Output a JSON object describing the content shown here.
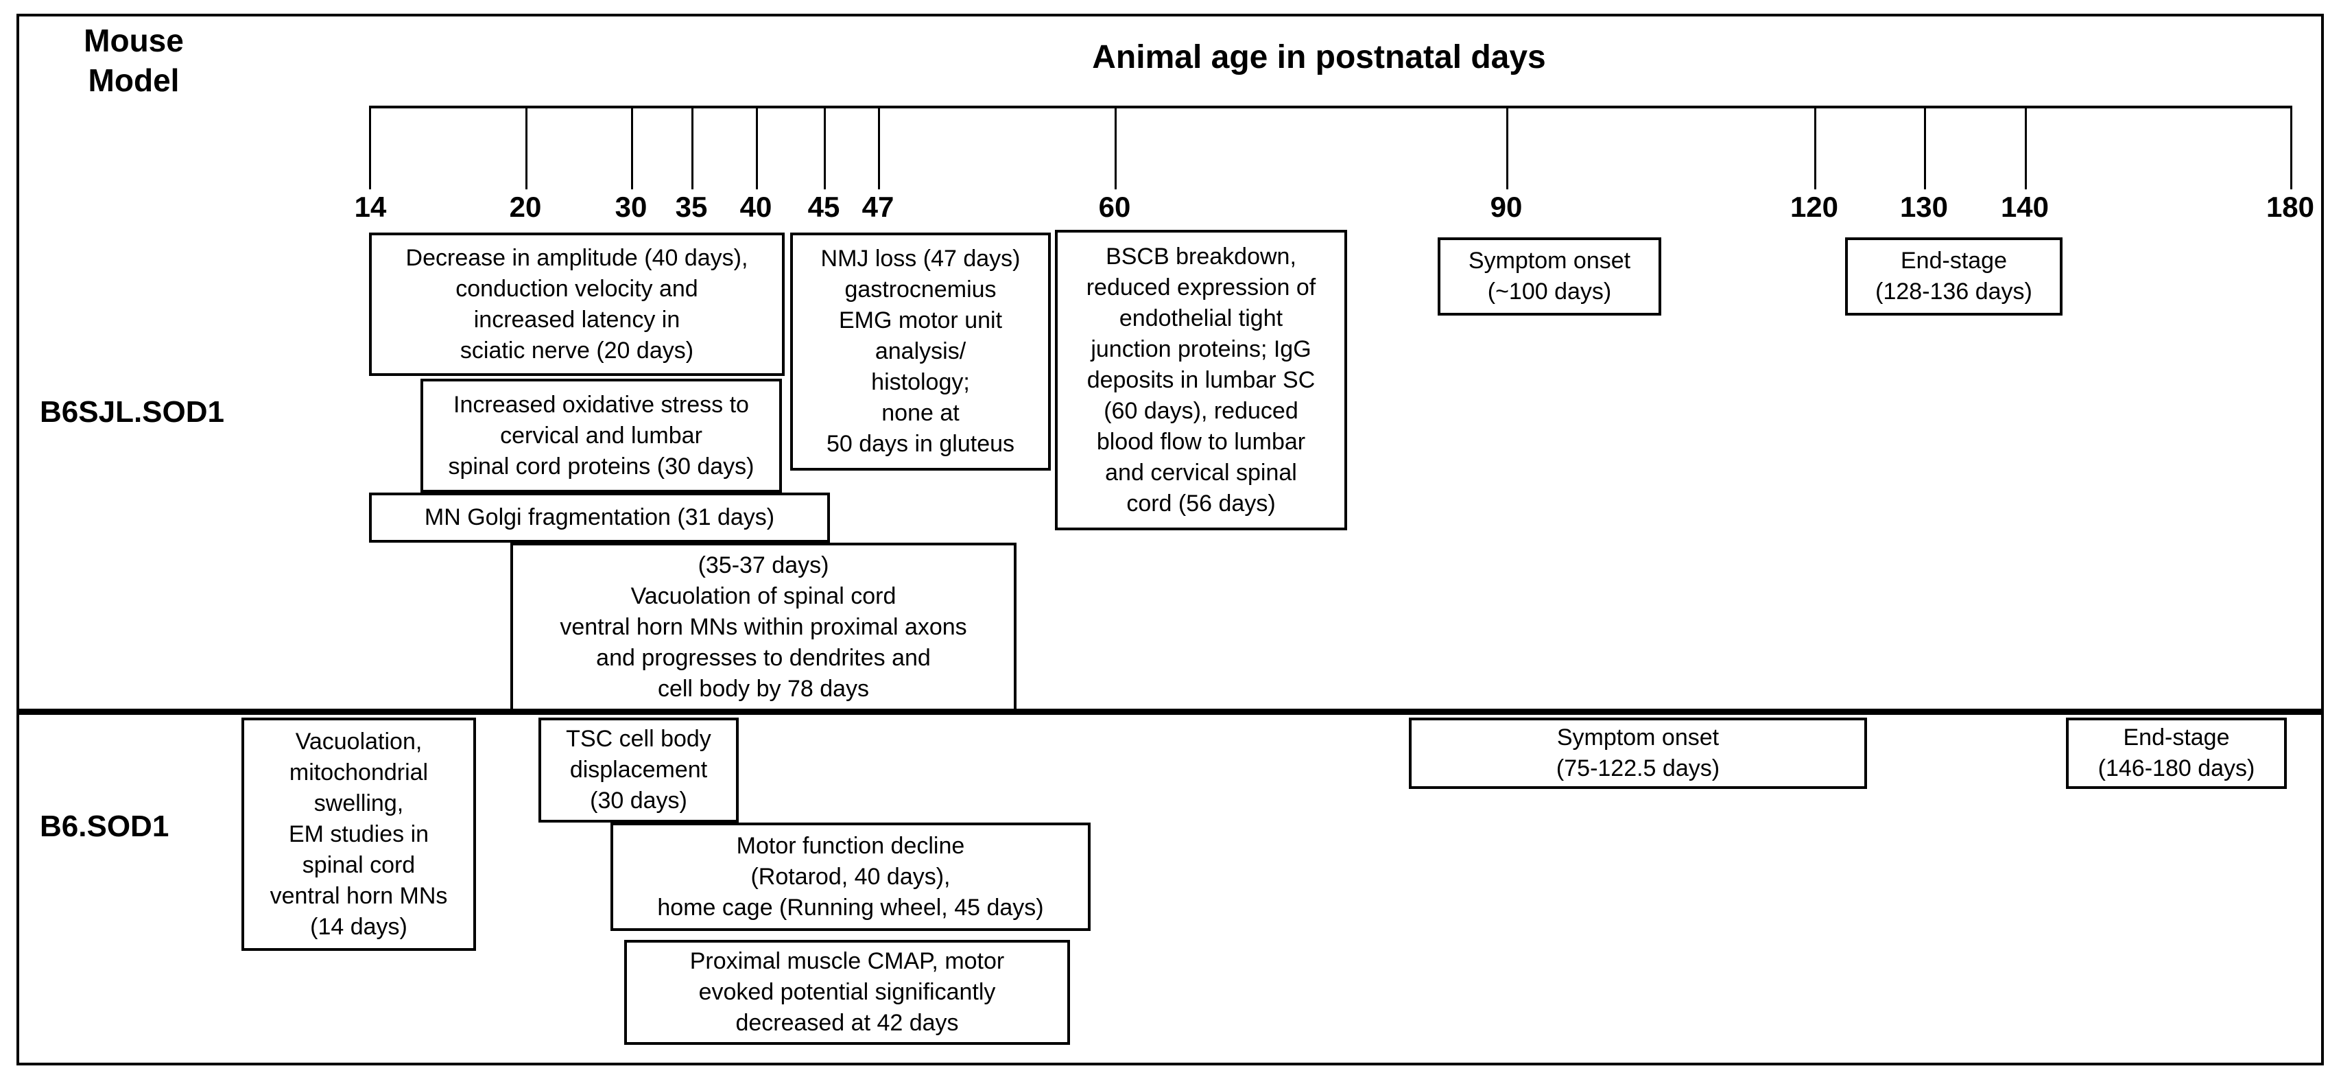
{
  "header": {
    "mouse_model_label": "Mouse\nModel",
    "axis_title": "Animal age in postnatal days"
  },
  "timeline": {
    "unit": "postnatal days",
    "tick_labels": [
      "14",
      "20",
      "30",
      "35",
      "40",
      "45",
      "47",
      "60",
      "90",
      "120",
      "130",
      "140",
      "180"
    ]
  },
  "rows": {
    "b6sjl": {
      "label": "B6SJL.SOD1"
    },
    "b6": {
      "label": "B6.SOD1"
    }
  },
  "annotations": {
    "b6sjl": {
      "decrease_amplitude": "Decrease in amplitude (40 days),\nconduction velocity and\nincreased latency in\nsciatic nerve (20 days)",
      "nmj_loss": "NMJ loss (47 days)\ngastrocnemius\nEMG motor unit\nanalysis/\nhistology;\nnone at\n50 days in gluteus",
      "bscb_breakdown": "BSCB breakdown,\nreduced expression of\nendothelial tight\njunction proteins; IgG\ndeposits in lumbar SC\n(60 days), reduced\nblood flow to lumbar\nand cervical spinal\ncord (56 days)",
      "symptom_onset": "Symptom onset\n(~100 days)",
      "end_stage": "End-stage\n(128-136 days)",
      "oxidative_stress": "Increased oxidative stress to\ncervical and lumbar\nspinal cord proteins (30 days)",
      "golgi_fragmentation": "MN Golgi fragmentation (31 days)",
      "vacuolation_spinal": "(35-37 days)\nVacuolation of spinal cord\nventral horn MNs within proximal axons\nand progresses to dendrites and\ncell body by 78 days"
    },
    "b6": {
      "vacuolation_mito": "Vacuolation,\nmitochondrial\nswelling,\nEM studies in\nspinal cord\nventral horn MNs\n(14 days)",
      "tsc_displacement": "TSC cell body\ndisplacement\n(30 days)",
      "symptom_onset": "Symptom onset\n(75-122.5 days)",
      "end_stage": "End-stage\n(146-180 days)",
      "motor_decline": "Motor function decline\n(Rotarod, 40 days),\nhome cage (Running wheel, 45 days)",
      "proximal_cmap": "Proximal muscle CMAP, motor\nevoked potential significantly\ndecreased at 42 days"
    }
  },
  "colors": {
    "ink": "#000000",
    "background": "#ffffff"
  }
}
